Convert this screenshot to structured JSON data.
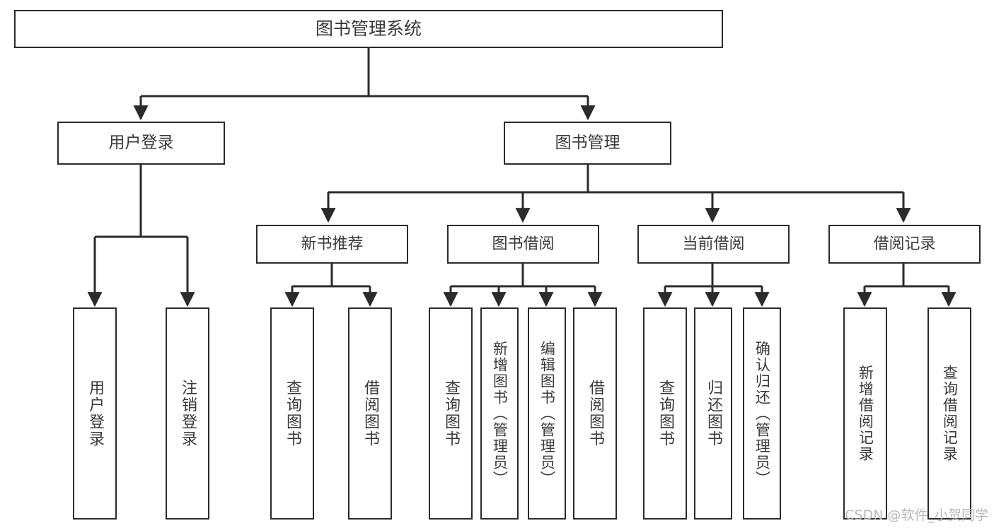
{
  "diagram": {
    "title": "图书管理系统",
    "type": "tree-hierarchy",
    "orientation": "top-down",
    "colors": {
      "box_border": "#2b2b2b",
      "box_fill": "#ffffff",
      "text": "#3a3a3a",
      "edge": "#2b2b2b",
      "background": "#ffffff",
      "watermark": "#b9b9b9"
    }
  },
  "nodes": {
    "root": {
      "label": "图书管理系统"
    },
    "level2": [
      {
        "id": "user-login",
        "label": "用户登录"
      },
      {
        "id": "book-management",
        "label": "图书管理"
      }
    ],
    "level3": [
      {
        "id": "new-book-recommend",
        "label": "新书推荐"
      },
      {
        "id": "book-borrow",
        "label": "图书借阅"
      },
      {
        "id": "current-borrow",
        "label": "当前借阅"
      },
      {
        "id": "borrow-record",
        "label": "借阅记录"
      }
    ],
    "leaves": {
      "user_login": [
        {
          "id": "leaf-user-login",
          "label": "用户登录"
        },
        {
          "id": "leaf-logout",
          "label": "注销登录"
        }
      ],
      "new_book_recommend": [
        {
          "id": "leaf-query-book-1",
          "label": "查询图书"
        },
        {
          "id": "leaf-borrow-book-1",
          "label": "借阅图书"
        }
      ],
      "book_borrow": [
        {
          "id": "leaf-query-book-2",
          "label": "查询图书"
        },
        {
          "id": "leaf-add-book",
          "label": "新增图书（管理员）"
        },
        {
          "id": "leaf-edit-book",
          "label": "编辑图书（管理员）"
        },
        {
          "id": "leaf-borrow-book-2",
          "label": "借阅图书"
        }
      ],
      "current_borrow": [
        {
          "id": "leaf-query-book-3",
          "label": "查询图书"
        },
        {
          "id": "leaf-return-book",
          "label": "归还图书"
        },
        {
          "id": "leaf-confirm-return",
          "label": "确认归还（管理员）"
        }
      ],
      "borrow_record": [
        {
          "id": "leaf-add-record",
          "label": "新增借阅记录"
        },
        {
          "id": "leaf-query-record",
          "label": "查询借阅记录"
        }
      ]
    }
  },
  "watermark": {
    "text": "CSDN @软件_小贺同学"
  }
}
